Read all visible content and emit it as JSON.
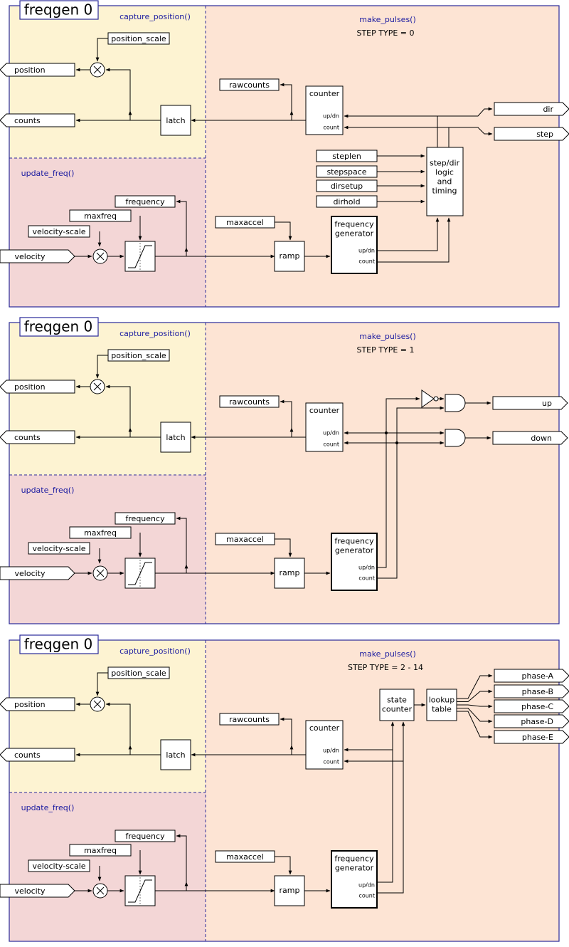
{
  "panels": [
    {
      "title": "freqgen 0",
      "capture_label": "capture_position()",
      "pulses_label": "make_pulses()",
      "step_type": "STEP TYPE = 0",
      "update_label": "update_freq()",
      "outputs": [
        "dir",
        "step"
      ],
      "step_params": [
        "steplen",
        "stepspace",
        "dirsetup",
        "dirhold"
      ],
      "logic_lines": [
        "step/dir",
        "logic",
        "and",
        "timing"
      ]
    },
    {
      "title": "freqgen 0",
      "capture_label": "capture_position()",
      "pulses_label": "make_pulses()",
      "step_type": "STEP TYPE = 1",
      "update_label": "update_freq()",
      "outputs": [
        "up",
        "down"
      ]
    },
    {
      "title": "freqgen 0",
      "capture_label": "capture_position()",
      "pulses_label": "make_pulses()",
      "step_type": "STEP TYPE = 2 - 14",
      "update_label": "update_freq()",
      "outputs": [
        "phase-A",
        "phase-B",
        "phase-C",
        "phase-D",
        "phase-E"
      ],
      "state_counter_lines": [
        "state",
        "counter"
      ],
      "lookup_lines": [
        "lookup",
        "table"
      ]
    }
  ],
  "common": {
    "position_scale": "position_scale",
    "position": "position",
    "counts": "counts",
    "latch": "latch",
    "rawcounts": "rawcounts",
    "counter": "counter",
    "up_dn": "up/dn",
    "count": "count",
    "frequency": "frequency",
    "maxfreq": "maxfreq",
    "velocity_scale": "velocity-scale",
    "velocity": "velocity",
    "maxaccel": "maxaccel",
    "ramp": "ramp",
    "freq_gen_lines": [
      "frequency",
      "generator"
    ]
  },
  "colors": {
    "border": "#2a2a9a",
    "capture_bg": "#fdf3d2",
    "update_bg": "#f3d6d6",
    "pulses_bg": "#fde4d4",
    "label_blue": "#1a1aa0"
  }
}
